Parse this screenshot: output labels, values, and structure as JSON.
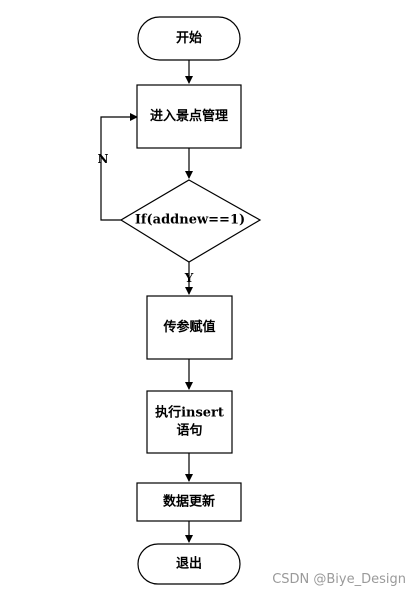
{
  "nodes": {
    "start": "开始",
    "enter": "进入景点管理",
    "decision": "If(addnew==1)",
    "pass_params": "传参赋值",
    "exec_line1": "执行insert",
    "exec_line2": "语句",
    "update": "数据更新",
    "exit": "退出"
  },
  "edges": {
    "no_label": "N",
    "yes_label": "Y"
  },
  "watermark": "CSDN @Biye_Design"
}
